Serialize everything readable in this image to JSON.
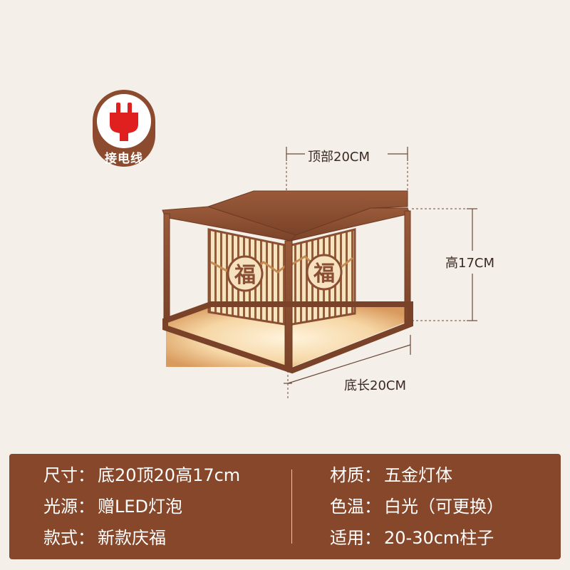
{
  "badge": {
    "label": "接电线",
    "icon": "plug-icon"
  },
  "dimensions": {
    "top": "顶部20CM",
    "height": "高17CM",
    "bottom": "底长20CM"
  },
  "product": {
    "panel_glyph": "福",
    "icon": "lantern-post-light-image"
  },
  "colors": {
    "background": "#f4efe8",
    "brand_brown": "#86472b",
    "plug_red": "#e0201f",
    "frame_bronze": "#8a4f33",
    "glow": "#f6d7a6"
  },
  "specs": {
    "left": [
      {
        "key": "尺寸：",
        "value": "底20顶20高17cm"
      },
      {
        "key": "光源：",
        "value": "赠LED灯泡"
      },
      {
        "key": "款式：",
        "value": "新款庆福"
      }
    ],
    "right": [
      {
        "key": "材质：",
        "value": "五金灯体"
      },
      {
        "key": "色温：",
        "value": "白光（可更换）"
      },
      {
        "key": "适用：",
        "value": "20-30cm柱子"
      }
    ]
  }
}
